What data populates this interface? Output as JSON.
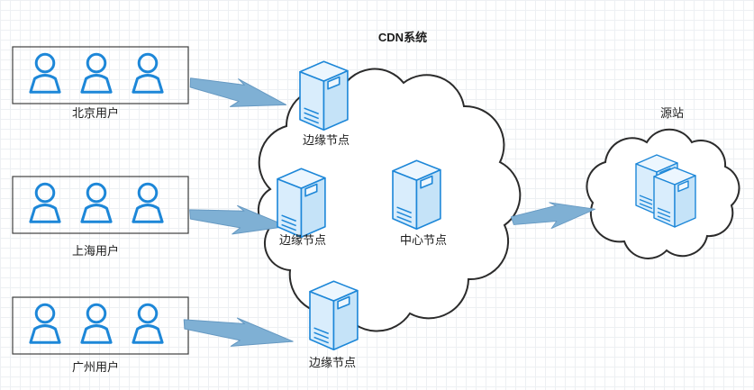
{
  "diagram": {
    "title": "CDN系统",
    "user_groups": [
      {
        "label": "北京用户"
      },
      {
        "label": "上海用户"
      },
      {
        "label": "广州用户"
      }
    ],
    "edge_nodes": [
      {
        "label": "边缘节点"
      },
      {
        "label": "边缘节点"
      },
      {
        "label": "边缘节点"
      }
    ],
    "center_node": {
      "label": "中心节点"
    },
    "origin_site": {
      "label": "源站"
    }
  },
  "icons": {
    "person": "person-icon",
    "server": "server-icon",
    "lightning": "lightning-bolt-icon",
    "cloud": "cloud-outline-icon"
  },
  "colors": {
    "node_stroke": "#1d87d8",
    "server_face_left": "#d9edfc",
    "server_face_right": "#c5e3f8",
    "server_face_top": "#ecf6fe",
    "lightning_fill": "#7fb0d4",
    "lightning_stroke": "#6699c2",
    "cloud_outline": "#2b2b2b",
    "box_outline": "#3f3f3f",
    "grid": "#edf0f3",
    "text": "#1c1c1c"
  }
}
